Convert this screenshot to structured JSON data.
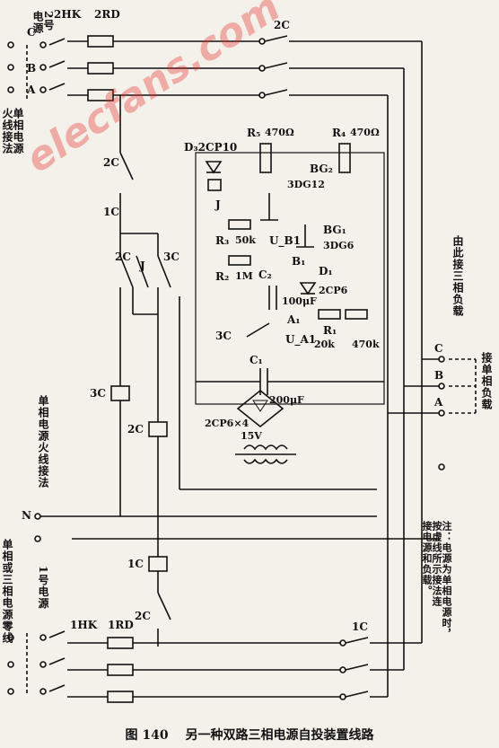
{
  "watermark": "elecfans.com",
  "labels": {
    "source2": "2号\n电源",
    "source2_letter": "C",
    "hk2": "2HK",
    "rd2": "2RD",
    "c2_top": "2C",
    "single_phase_hot": "单相电源\n火线接法",
    "phase_A": "A",
    "phase_B": "B",
    "phase_C": "C",
    "c2_mid": "2C",
    "c1_mid": "1C",
    "c2_sw": "2C",
    "j_sw": "J",
    "c3_sw": "3C",
    "d3": "D₃2CP10",
    "r5": "R₅",
    "r5_val": "470Ω",
    "r4": "R₄",
    "r4_val": "470Ω",
    "bg2": "BG₂",
    "bg2_type": "3DG12",
    "bg1": "BG₁",
    "bg1_type": "3DG6",
    "j_coil": "J",
    "r3": "R₃",
    "r3_val": "50k",
    "ub1": "U_B1",
    "b1": "B₁",
    "r2": "R₂",
    "r2_val": "1M",
    "d1": "D₁",
    "d1_type": "2CP6",
    "c2cap": "C₂",
    "c2cap_val": "100μF",
    "a1": "A₁",
    "c3_contact": "3C",
    "ua1": "U_A1",
    "r1": "R₁",
    "r1_val": "20k",
    "rp_val": "470k",
    "c1cap": "C₁",
    "c1cap_val": "200μF",
    "bridge": "2CP6×4",
    "v15": "15V",
    "coil_3c": "3C",
    "coil_2c": "2C",
    "coil_1c": "1C",
    "hot_wire_note": "单相电源火线接法",
    "neutral_note": "单相或三相电源零线",
    "n": "N",
    "source1": "1号电源",
    "hk1": "1HK",
    "rd1": "1RD",
    "c2_low": "2C",
    "c1_low": "1C",
    "three_phase_load": "由此接三相负载",
    "single_phase_load": "接单相负载",
    "out_A": "A",
    "out_B": "B",
    "out_C": "C",
    "note": "注：电源为单相电源时，\n按虚线所示接法连\n接电源和负载。"
  },
  "caption": {
    "number": "图 140",
    "title": "另一种双路三相电源自投装置线路"
  }
}
